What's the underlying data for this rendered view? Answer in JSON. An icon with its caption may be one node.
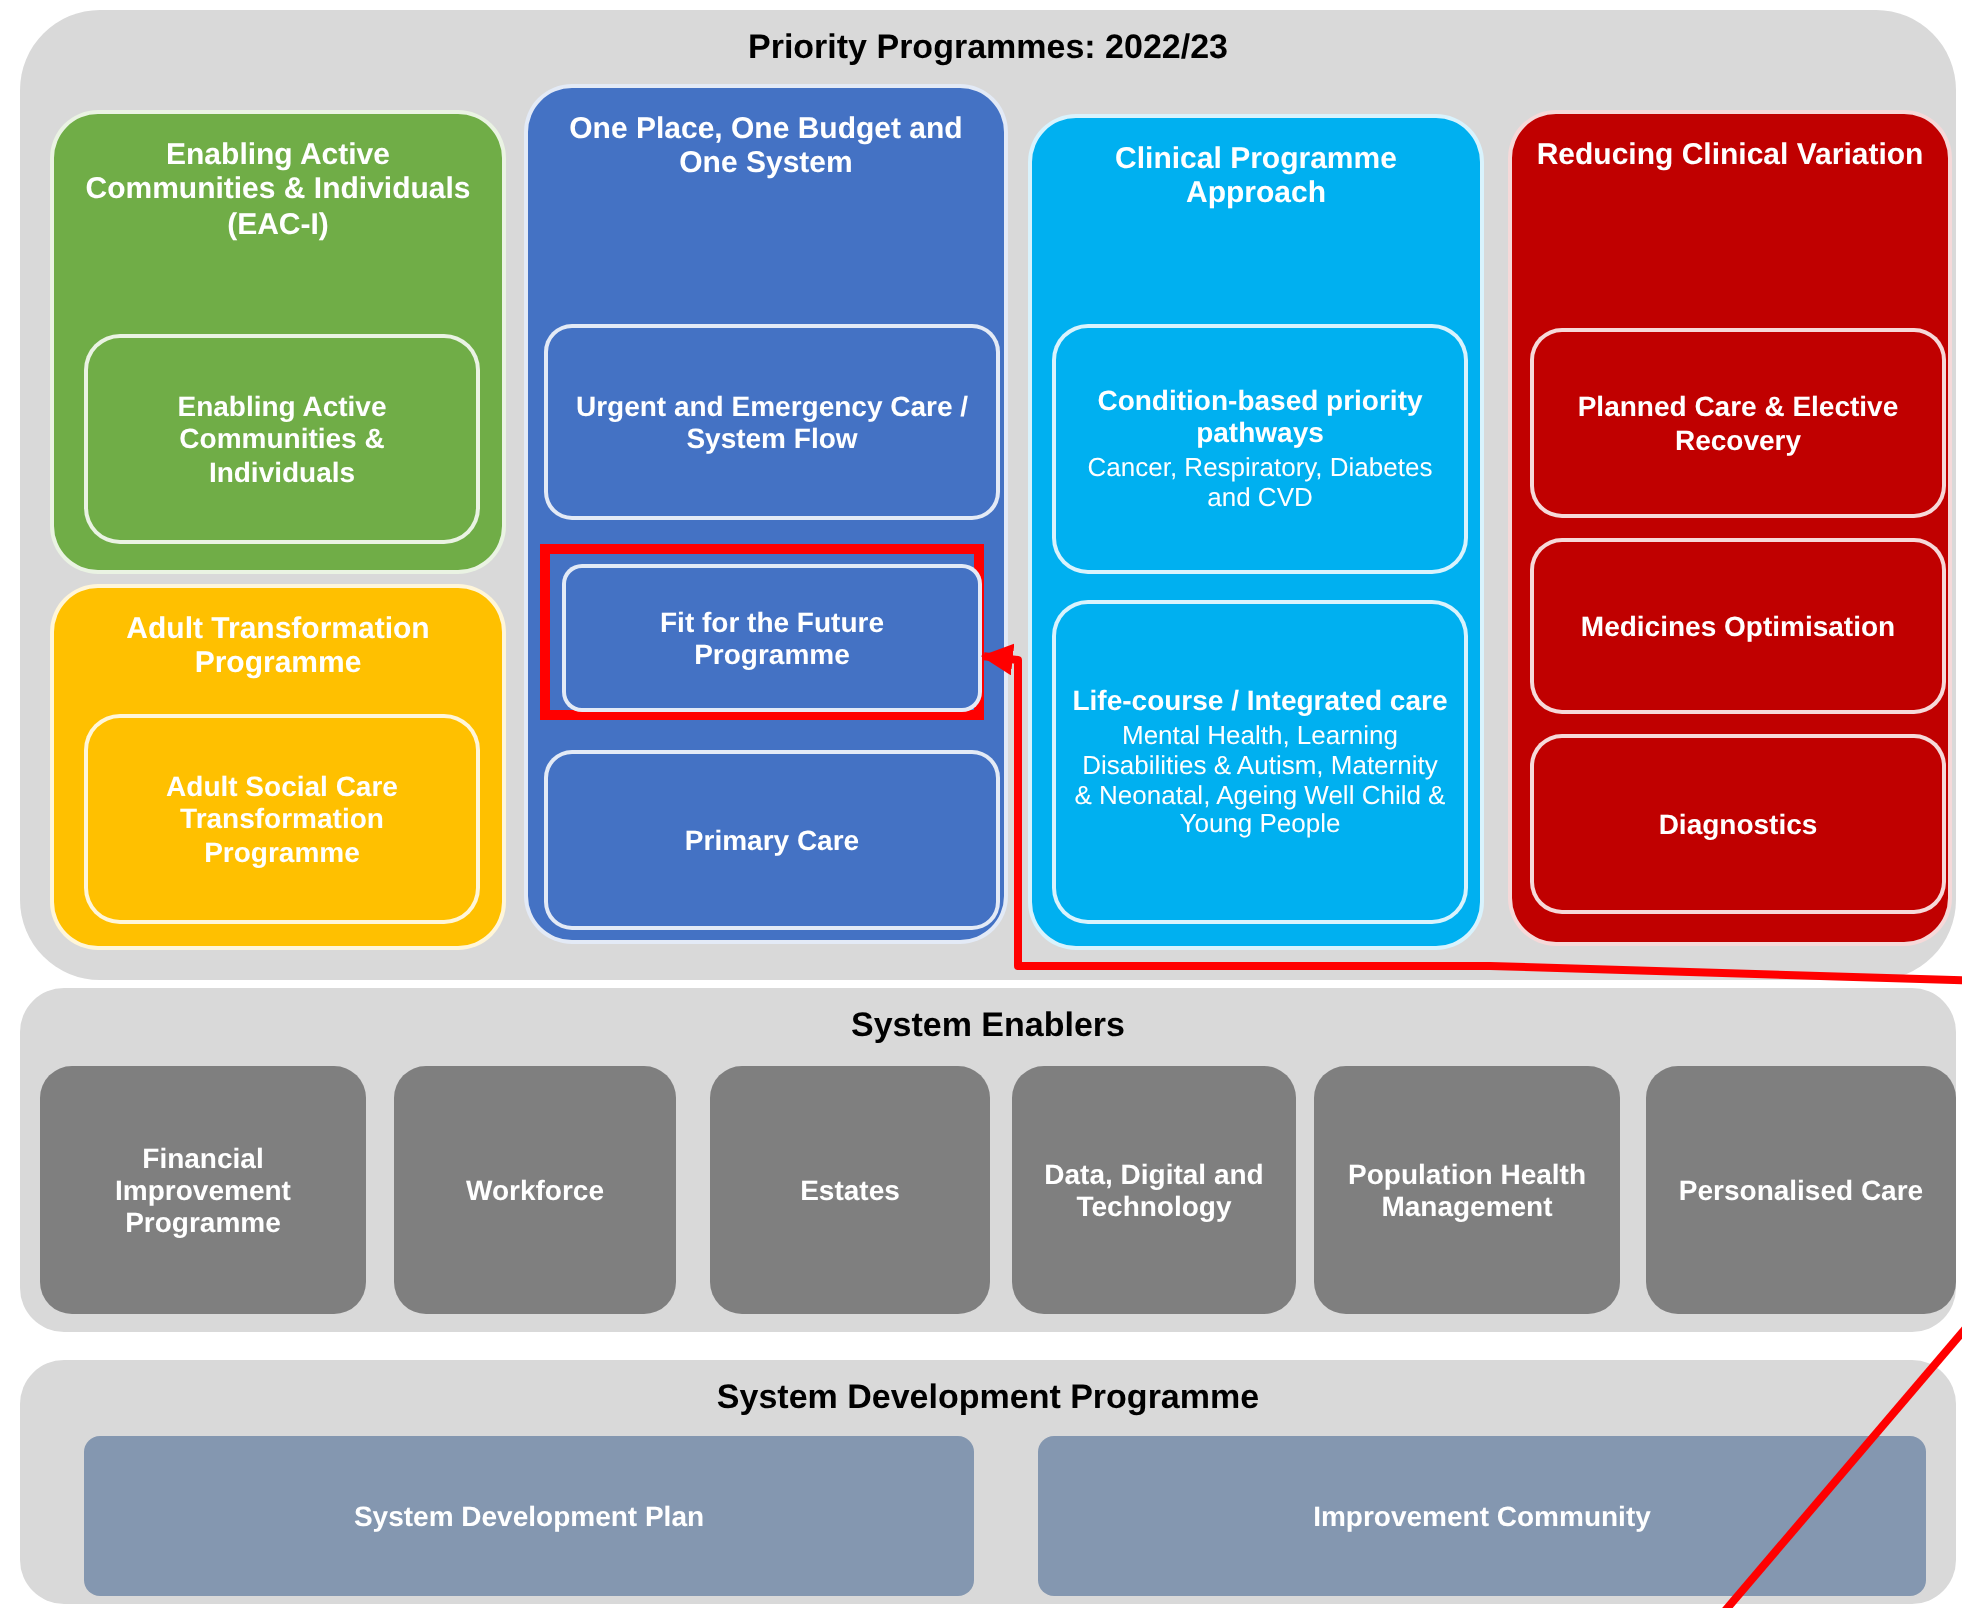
{
  "diagram": {
    "nodes": [
      {
        "text": [
          "Priority Programmes: 2022/23"
        ]
      },
      {
        "text": [
          "Enabling Active Communities & Individuals (EAC-I)"
        ],
        "in": 0
      },
      {
        "text": [
          "Enabling Active Communities & Individuals"
        ],
        "in": 1
      },
      {
        "text": [
          "Adult Transformation Programme"
        ],
        "in": 0
      },
      {
        "text": [
          "Adult Social Care Transformation Programme"
        ],
        "in": 3
      },
      {
        "text": [
          "One Place, One Budget and One System"
        ],
        "in": 0
      },
      {
        "text": [
          "Urgent and Emergency Care / System Flow"
        ],
        "in": 5
      },
      {
        "text": [],
        "shape": "box",
        "in": 5
      },
      {
        "text": [
          "Fit for the Future Programme"
        ],
        "in": 7
      },
      {
        "text": [
          "Primary Care"
        ],
        "in": 5
      },
      {
        "text": [
          "Clinical Programme Approach"
        ],
        "in": 0
      },
      {
        "text": [
          "Condition-based priority pathways",
          "Cancer, Respiratory, Diabetes and CVD"
        ],
        "in": 10
      },
      {
        "text": [
          "Life-course / Integrated care",
          "Mental Health, Learning Disabilities & Autism, Maternity & Neonatal, Ageing Well Child & Young People"
        ],
        "in": 10
      },
      {
        "text": [
          "Reducing Clinical Variation"
        ],
        "in": 0
      },
      {
        "text": [
          "Planned Care & Elective Recovery"
        ],
        "in": 13
      },
      {
        "text": [
          "Medicines Optimisation"
        ],
        "in": 13
      },
      {
        "text": [
          "Diagnostics"
        ],
        "in": 13
      },
      {
        "text": [
          "System Enablers"
        ]
      },
      {
        "text": [
          "Financial Improvement Programme"
        ],
        "in": 17
      },
      {
        "text": [
          "Workforce"
        ],
        "in": 17
      },
      {
        "text": [
          "Estates"
        ],
        "in": 17
      },
      {
        "text": [
          "Data, Digital and Technology"
        ],
        "in": 17
      },
      {
        "text": [
          "Population Health Management"
        ],
        "in": 17
      },
      {
        "text": [
          "Personalised Care"
        ],
        "in": 17
      },
      {
        "text": [
          "System Development Programme"
        ]
      },
      {
        "text": [
          "System Development Plan"
        ],
        "in": 24
      },
      {
        "text": [
          "Improvement Community"
        ],
        "in": 24
      }
    ],
    "edges": [
      {
        "from": null,
        "to": 7,
        "arrow": "to",
        "color": "#ff0000"
      }
    ]
  }
}
